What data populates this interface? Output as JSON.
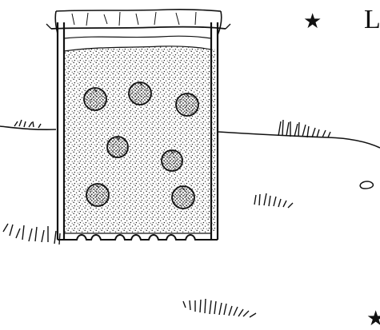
{
  "illustration": {
    "subject": "seed-jar-buried-in-ground",
    "icons": {
      "jar": "jar-icon",
      "cloth_cover": "cloth-cover-icon",
      "seeds": "seed-icon",
      "grass": "grass-tuft-icon",
      "pebble": "pebble-icon"
    },
    "seed_count": 7
  },
  "text": {
    "bullet_symbol": "★",
    "partial_letter": "L",
    "bullet_bottom_symbol": "★"
  },
  "colors": {
    "ink": "#111111",
    "background": "#ffffff",
    "soil_dots": "#222222"
  }
}
